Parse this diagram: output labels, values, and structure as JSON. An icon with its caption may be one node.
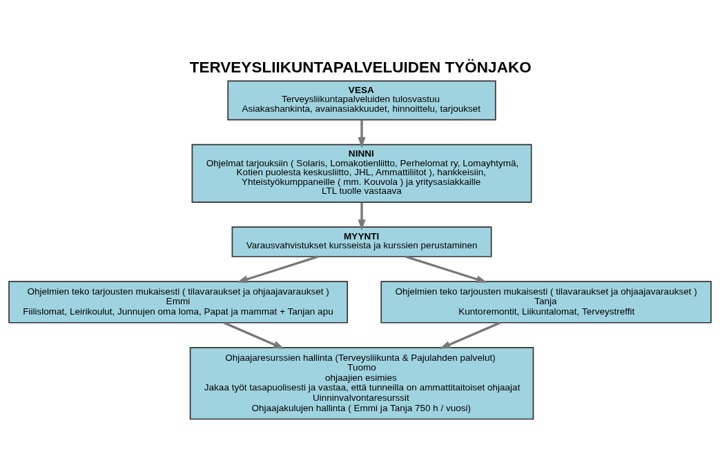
{
  "diagram": {
    "title": "TERVEYSLIIKUNTAPALVELUIDEN TYÖNJAKO",
    "nodes": [
      {
        "text": [
          "VESA",
          "Terveysliikuntapalveluiden tulosvastuu",
          "Asiakashankinta, avainasiakkuudet, hinnoittelu, tarjoukset"
        ]
      },
      {
        "text": [
          "NINNI",
          "Ohjelmat tarjouksiin ( Solaris, Lomakotienliitto, Perhelomat ry, Lomayhtymä, Kotien puolesta keskusliitto, JHL, Ammattiliitot ), hankkeisiin, Yhteistyökumppaneille ( mm. Kouvola ) ja yritysasiakkaille",
          "LTL tuolle vastaava"
        ]
      },
      {
        "text": [
          "MYYNTI",
          "Varausvahvistukset kursseista ja kurssien perustaminen"
        ]
      },
      {
        "text": [
          "Ohjelmien teko tarjousten mukaisesti ( tilavaraukset ja ohjaajavaraukset )",
          "Emmi",
          "Fiilislomat, Leirikoulut, Junnujen oma loma, Papat ja mammat + Tanjan apu"
        ]
      },
      {
        "text": [
          "Ohjelmien teko tarjousten mukaisesti ( tilavaraukset ja ohjaajavaraukset )",
          "Tanja",
          "Kuntoremontit, Liikuntalomat, Terveystreffit"
        ]
      },
      {
        "text": [
          "Ohjaajaresurssien hallinta (Terveysliikunta & Pajulahden palvelut)",
          "Tuomo",
          "ohjaajien esimies",
          "Jakaa työt tasapuolisesti ja vastaa, että tunneilla on ammattitaitoiset ohjaajat",
          "Uinninvalvontaresurssit",
          "Ohjaajakulujen hallinta ( Emmi ja Tanja 750 h / vuosi)"
        ]
      }
    ],
    "edges": [
      {
        "from": 0,
        "to": 1,
        "arrow": "to"
      },
      {
        "from": 1,
        "to": 2,
        "arrow": "to"
      },
      {
        "from": 2,
        "to": 3,
        "arrow": "to"
      },
      {
        "from": 2,
        "to": 4,
        "arrow": "to"
      },
      {
        "from": 3,
        "to": 5,
        "arrow": "to"
      },
      {
        "from": 4,
        "to": 5,
        "arrow": "to"
      }
    ]
  }
}
